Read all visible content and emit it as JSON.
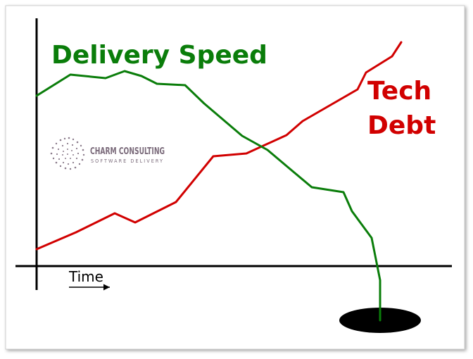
{
  "labels": {
    "delivery_speed": "Delivery Speed",
    "tech_debt_line1": "Tech",
    "tech_debt_line2": "Debt",
    "time": "Time"
  },
  "logo": {
    "name": "CHARM CONSULTING",
    "tagline": "SOFTWARE DELIVERY"
  },
  "colors": {
    "delivery_speed": "#0a7d0a",
    "tech_debt": "#d10000",
    "axes": "#000000",
    "hole": "#000000",
    "logo": "#7a6a7a"
  }
}
